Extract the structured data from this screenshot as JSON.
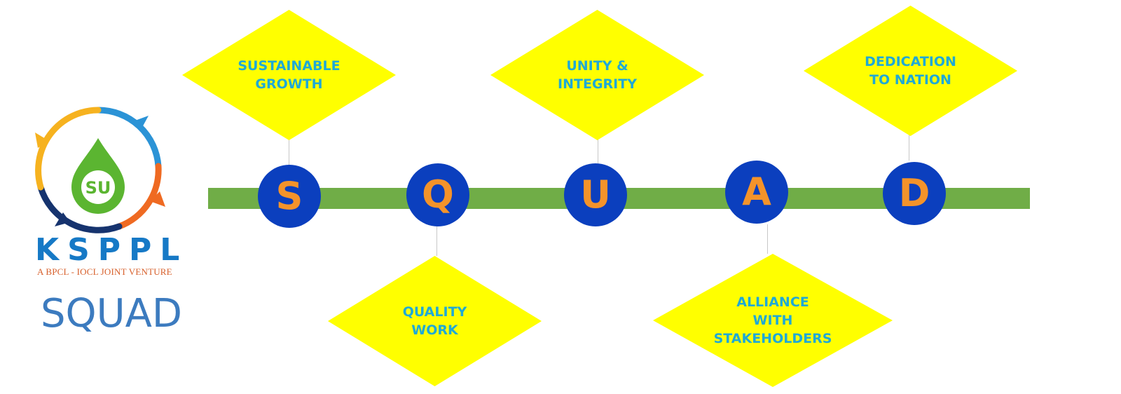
{
  "brand": {
    "name": "KSPPL",
    "tagline": "A BPCL - IOCL JOINT VENTURE",
    "logo_monogram": "SU",
    "logo_icon": "droplet-swirl-logo-icon"
  },
  "title": "SQUAD",
  "colors": {
    "diamond_fill": "#ffff00",
    "diamond_text": "#1fa9d6",
    "circle_fill": "#0b3fbe",
    "circle_letter": "#f4932a",
    "timeline_bar": "#70ad47",
    "brand_blue": "#1679c6",
    "brand_orange": "#d75f2a",
    "logo_green": "#5bb531"
  },
  "steps": [
    {
      "letter": "S",
      "label": "SUSTAINABLE\nGROWTH",
      "position": "above"
    },
    {
      "letter": "Q",
      "label": "QUALITY\nWORK",
      "position": "below"
    },
    {
      "letter": "U",
      "label": "UNITY &\nINTEGRITY",
      "position": "above"
    },
    {
      "letter": "A",
      "label": "ALLIANCE\nWITH\nSTAKEHOLDERS",
      "position": "below"
    },
    {
      "letter": "D",
      "label": "DEDICATION\nTO NATION",
      "position": "above"
    }
  ]
}
